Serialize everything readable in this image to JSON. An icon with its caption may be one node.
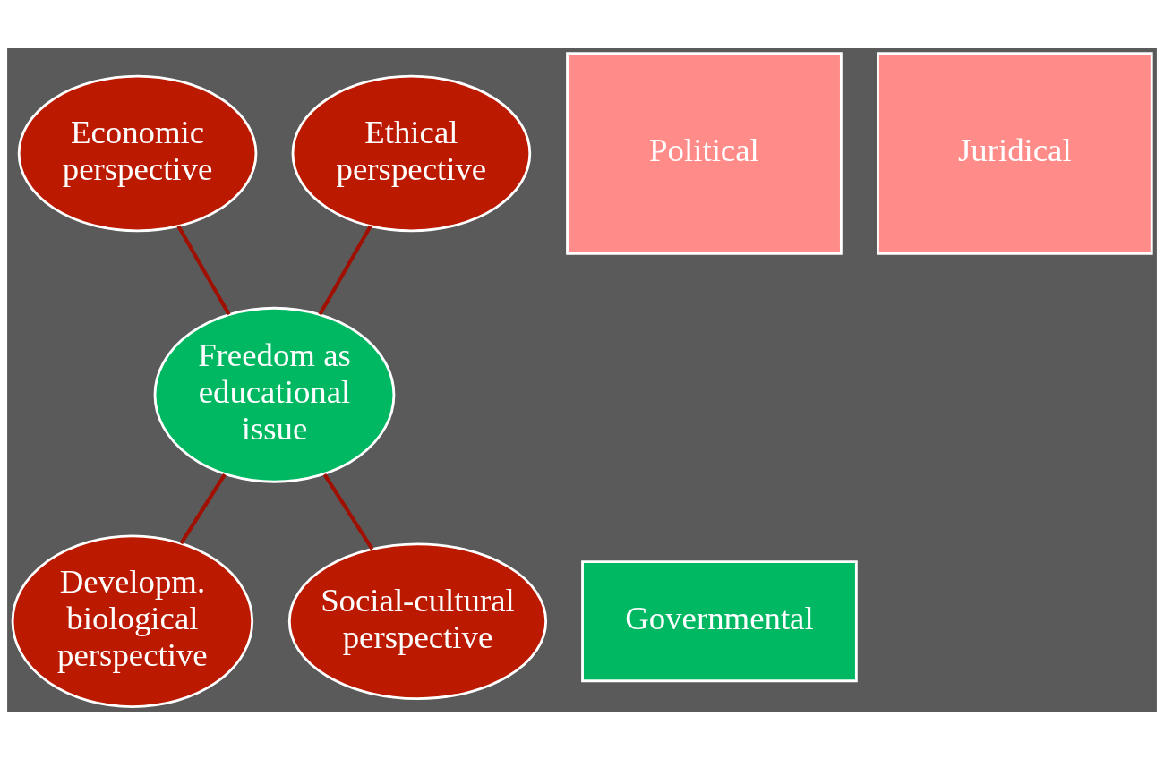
{
  "diagram": {
    "nodes": [
      {
        "text": [
          "Economic perspective"
        ]
      },
      {
        "text": [
          "Ethical perspective"
        ]
      },
      {
        "text": [
          "Political"
        ]
      },
      {
        "text": [
          "Juridical"
        ]
      },
      {
        "text": [
          "Freedom as educational issue"
        ]
      },
      {
        "text": [
          "Governmental"
        ]
      },
      {
        "text": [
          "Developm. biological perspective"
        ]
      },
      {
        "text": [
          "Social-cultural perspective"
        ]
      }
    ],
    "edges": [
      {
        "from": 0,
        "to": 4,
        "arrow": "none"
      },
      {
        "from": 1,
        "to": 4,
        "arrow": "none"
      },
      {
        "from": 4,
        "to": 6,
        "arrow": "none"
      },
      {
        "from": 4,
        "to": 7,
        "arrow": "none"
      }
    ]
  }
}
